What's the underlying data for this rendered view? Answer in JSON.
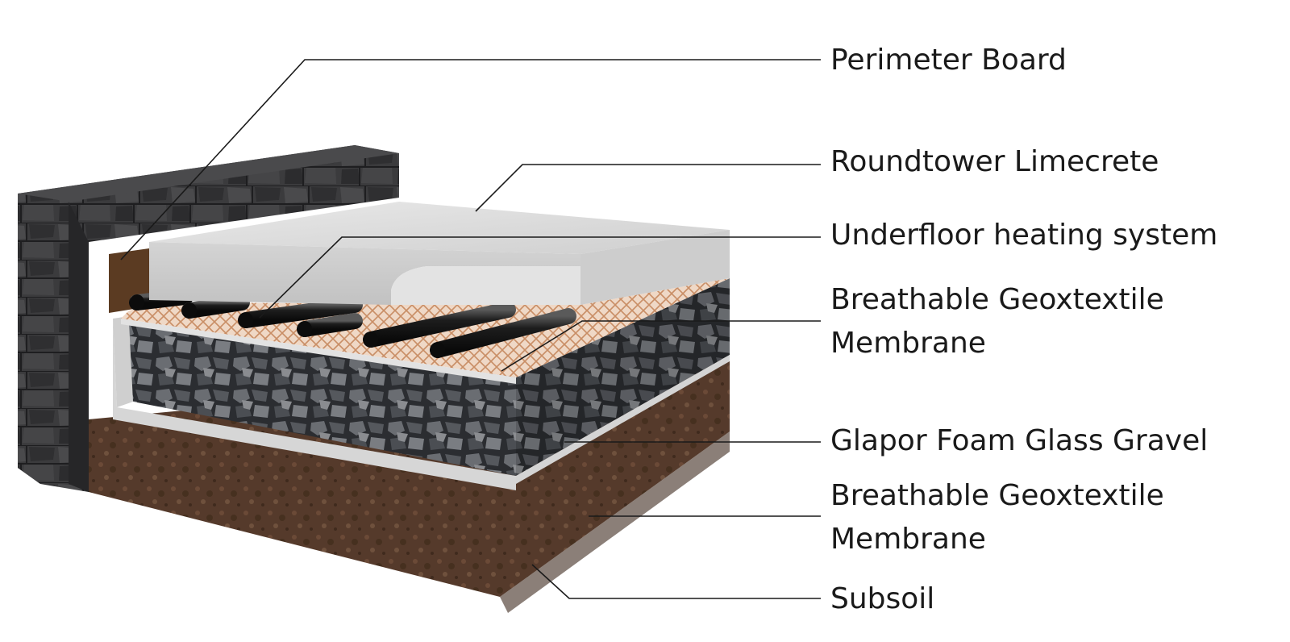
{
  "labels": {
    "perimeter_board": "Perimeter Board",
    "limecrete": "Roundtower Limecrete",
    "underfloor_heating": "Underfloor heating system",
    "membrane_top_line1": "Breathable Geoxtextile",
    "membrane_top_line2": "Membrane",
    "gravel": "Glapor Foam Glass Gravel",
    "membrane_bottom_line1": "Breathable Geoxtextile",
    "membrane_bottom_line2": "Membrane",
    "subsoil": "Subsoil"
  },
  "colors": {
    "leader_line": "#1a1a1a",
    "wall": "#3a3a3c",
    "limecrete": "#d9d9d9",
    "soil": "#5a3e2e",
    "gravel": "#4a4c50",
    "membrane": "#e6c8b2",
    "pipe": "#1b1b1b",
    "perimeter_board": "#5b3b22"
  }
}
